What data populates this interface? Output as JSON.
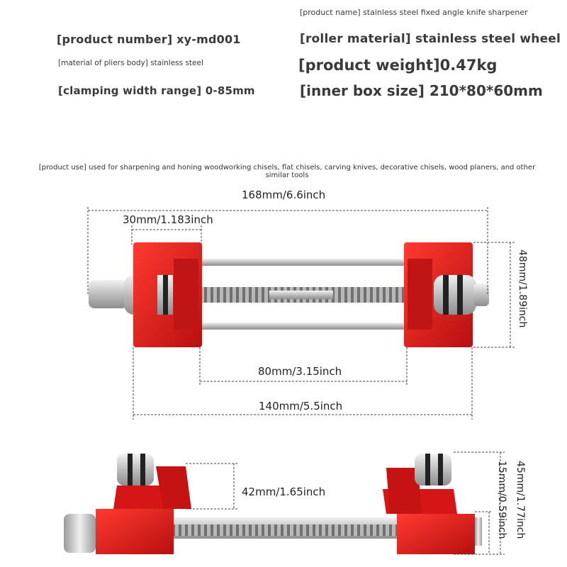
{
  "specs": {
    "product_name": "[product name] stainless steel fixed angle knife sharpener",
    "product_number": "[product number] xy-md001",
    "roller_material": "[roller material] stainless steel wheel",
    "body_material": "[material of pliers body] stainless steel",
    "product_weight": "[product weight]0.47kg",
    "clamping_width": "[clamping width range] 0-85mm",
    "inner_box_size": "[inner box size] 210*80*60mm",
    "product_use_line1": "[product use] used for sharpening and honing woodworking chisels, flat chisels, carving knives, decorative chisels, wood planers, and other",
    "product_use_line2": "similar tools"
  },
  "dimensions": {
    "overall_length": "168mm/6.6inch",
    "jaw_width": "30mm/1.183inch",
    "height_top": "48mm/1.89inch",
    "inner_span": "80mm/3.15inch",
    "base_length": "140mm/5.5inch",
    "jaw_height": "42mm/1.65inch",
    "side_height": "45mm/1.77inch",
    "base_height": "15mm/0.59inch"
  },
  "colors": {
    "body_red": "#e01c1c",
    "steel": "#c8c8c8",
    "dim_line": "#444444"
  }
}
